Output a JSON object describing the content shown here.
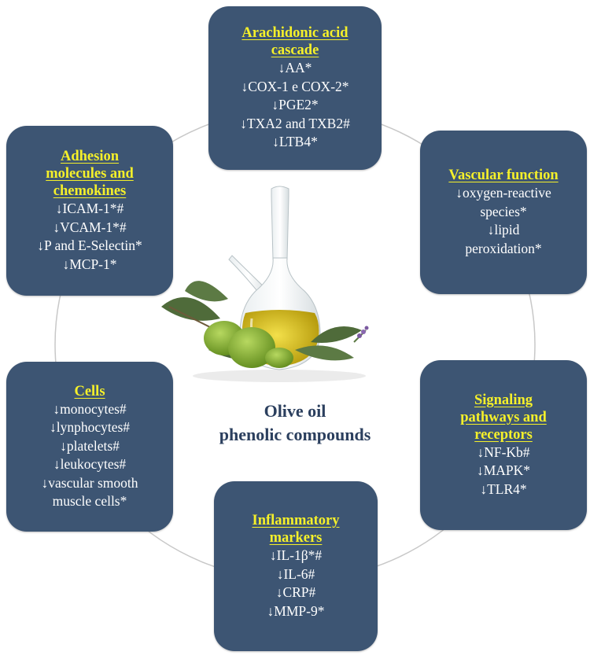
{
  "center": {
    "line1": "Olive oil",
    "line2": "phenolic compounds"
  },
  "boxes": {
    "arachidonic": {
      "title_lines": [
        "Arachidonic acid",
        "cascade"
      ],
      "items": [
        "↓AA*",
        "↓COX-1 e COX-2*",
        "↓PGE2*",
        "↓TXA2 and TXB2#",
        "↓LTB4*"
      ]
    },
    "vascular": {
      "title_lines": [
        "Vascular function"
      ],
      "items": [
        "↓oxygen-reactive",
        "species*",
        "↓lipid",
        "peroxidation*"
      ]
    },
    "signaling": {
      "title_lines": [
        "Signaling",
        "pathways and",
        "receptors"
      ],
      "items": [
        "↓NF-Kb#",
        "↓MAPK*",
        "↓TLR4*"
      ]
    },
    "inflammatory": {
      "title_lines": [
        "Inflammatory",
        "markers"
      ],
      "items": [
        "↓IL-1β*#",
        "↓IL-6#",
        "↓CRP#",
        "↓MMP-9*"
      ]
    },
    "cells": {
      "title_lines": [
        "Cells"
      ],
      "items": [
        "↓monocytes#",
        "↓lynphocytes#",
        "↓platelets#",
        "↓leukocytes#",
        "↓vascular smooth",
        "muscle cells*"
      ]
    },
    "adhesion": {
      "title_lines": [
        "Adhesion",
        "molecules and",
        "chemokines"
      ],
      "items": [
        "↓ICAM-1*#",
        "↓VCAM-1*#",
        "↓P and E-Selectin*",
        "↓MCP-1*"
      ]
    }
  },
  "colors": {
    "box_fill": "#3d5573",
    "title_text": "#f5f02a",
    "item_text": "#ffffff",
    "center_text": "#2b3f5e",
    "ring": "#c8c8c8",
    "oil": "#d9c21a",
    "olive": "#7da62a",
    "leaf": "#4f6b3a"
  },
  "icons": {
    "illustration": "olive-oil-cruet-with-olives-and-leaves"
  }
}
